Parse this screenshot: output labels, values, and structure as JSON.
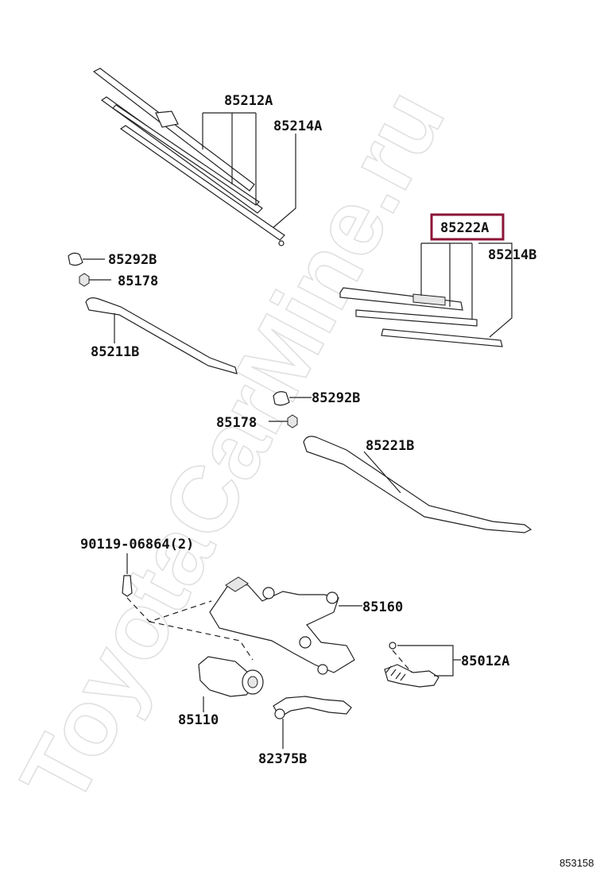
{
  "watermark": "ToyotaCarMine.ru",
  "figure_code": "853158",
  "highlight_color": "#8b1538",
  "callouts": {
    "p85212A": "85212A",
    "p85214A": "85214A",
    "p85222A": "85222A",
    "p85214B": "85214B",
    "p85292B_top": "85292B",
    "p85178_top": "85178",
    "p85211B": "85211B",
    "p85292B_mid": "85292B",
    "p85178_mid": "85178",
    "p85221B": "85221B",
    "p90119": "90119-06864(2)",
    "p85160": "85160",
    "p85012A": "85012A",
    "p85110": "85110",
    "p82375B": "82375B"
  }
}
